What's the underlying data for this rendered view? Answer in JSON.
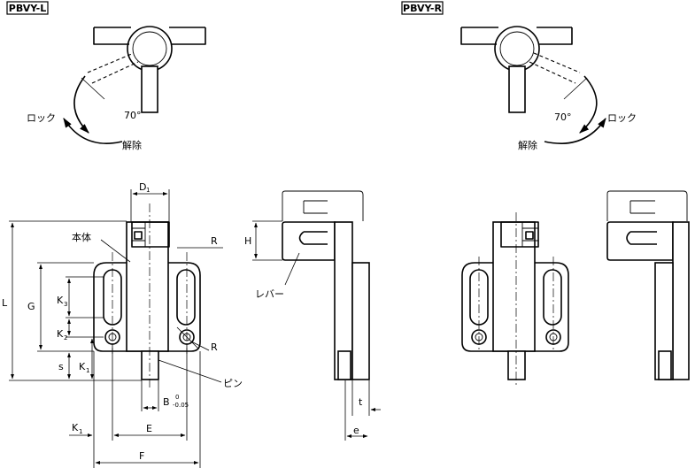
{
  "variants": {
    "left": "PBVY-L",
    "right": "PBVY-R"
  },
  "motion": {
    "lock": "ロック",
    "release": "解除",
    "angle": "70°"
  },
  "parts": {
    "body": "本体",
    "lever": "レバー",
    "pin": "ピン"
  },
  "dimensions": {
    "D1": "D1",
    "R": "R",
    "H": "H",
    "L": "L",
    "G": "G",
    "K3": "K3",
    "K2": "K2",
    "K1": "K1",
    "s": "s",
    "B": "B",
    "B_tol_upper": "0",
    "B_tol_lower": "-0.05",
    "E": "E",
    "F": "F",
    "t": "t",
    "e": "e"
  }
}
